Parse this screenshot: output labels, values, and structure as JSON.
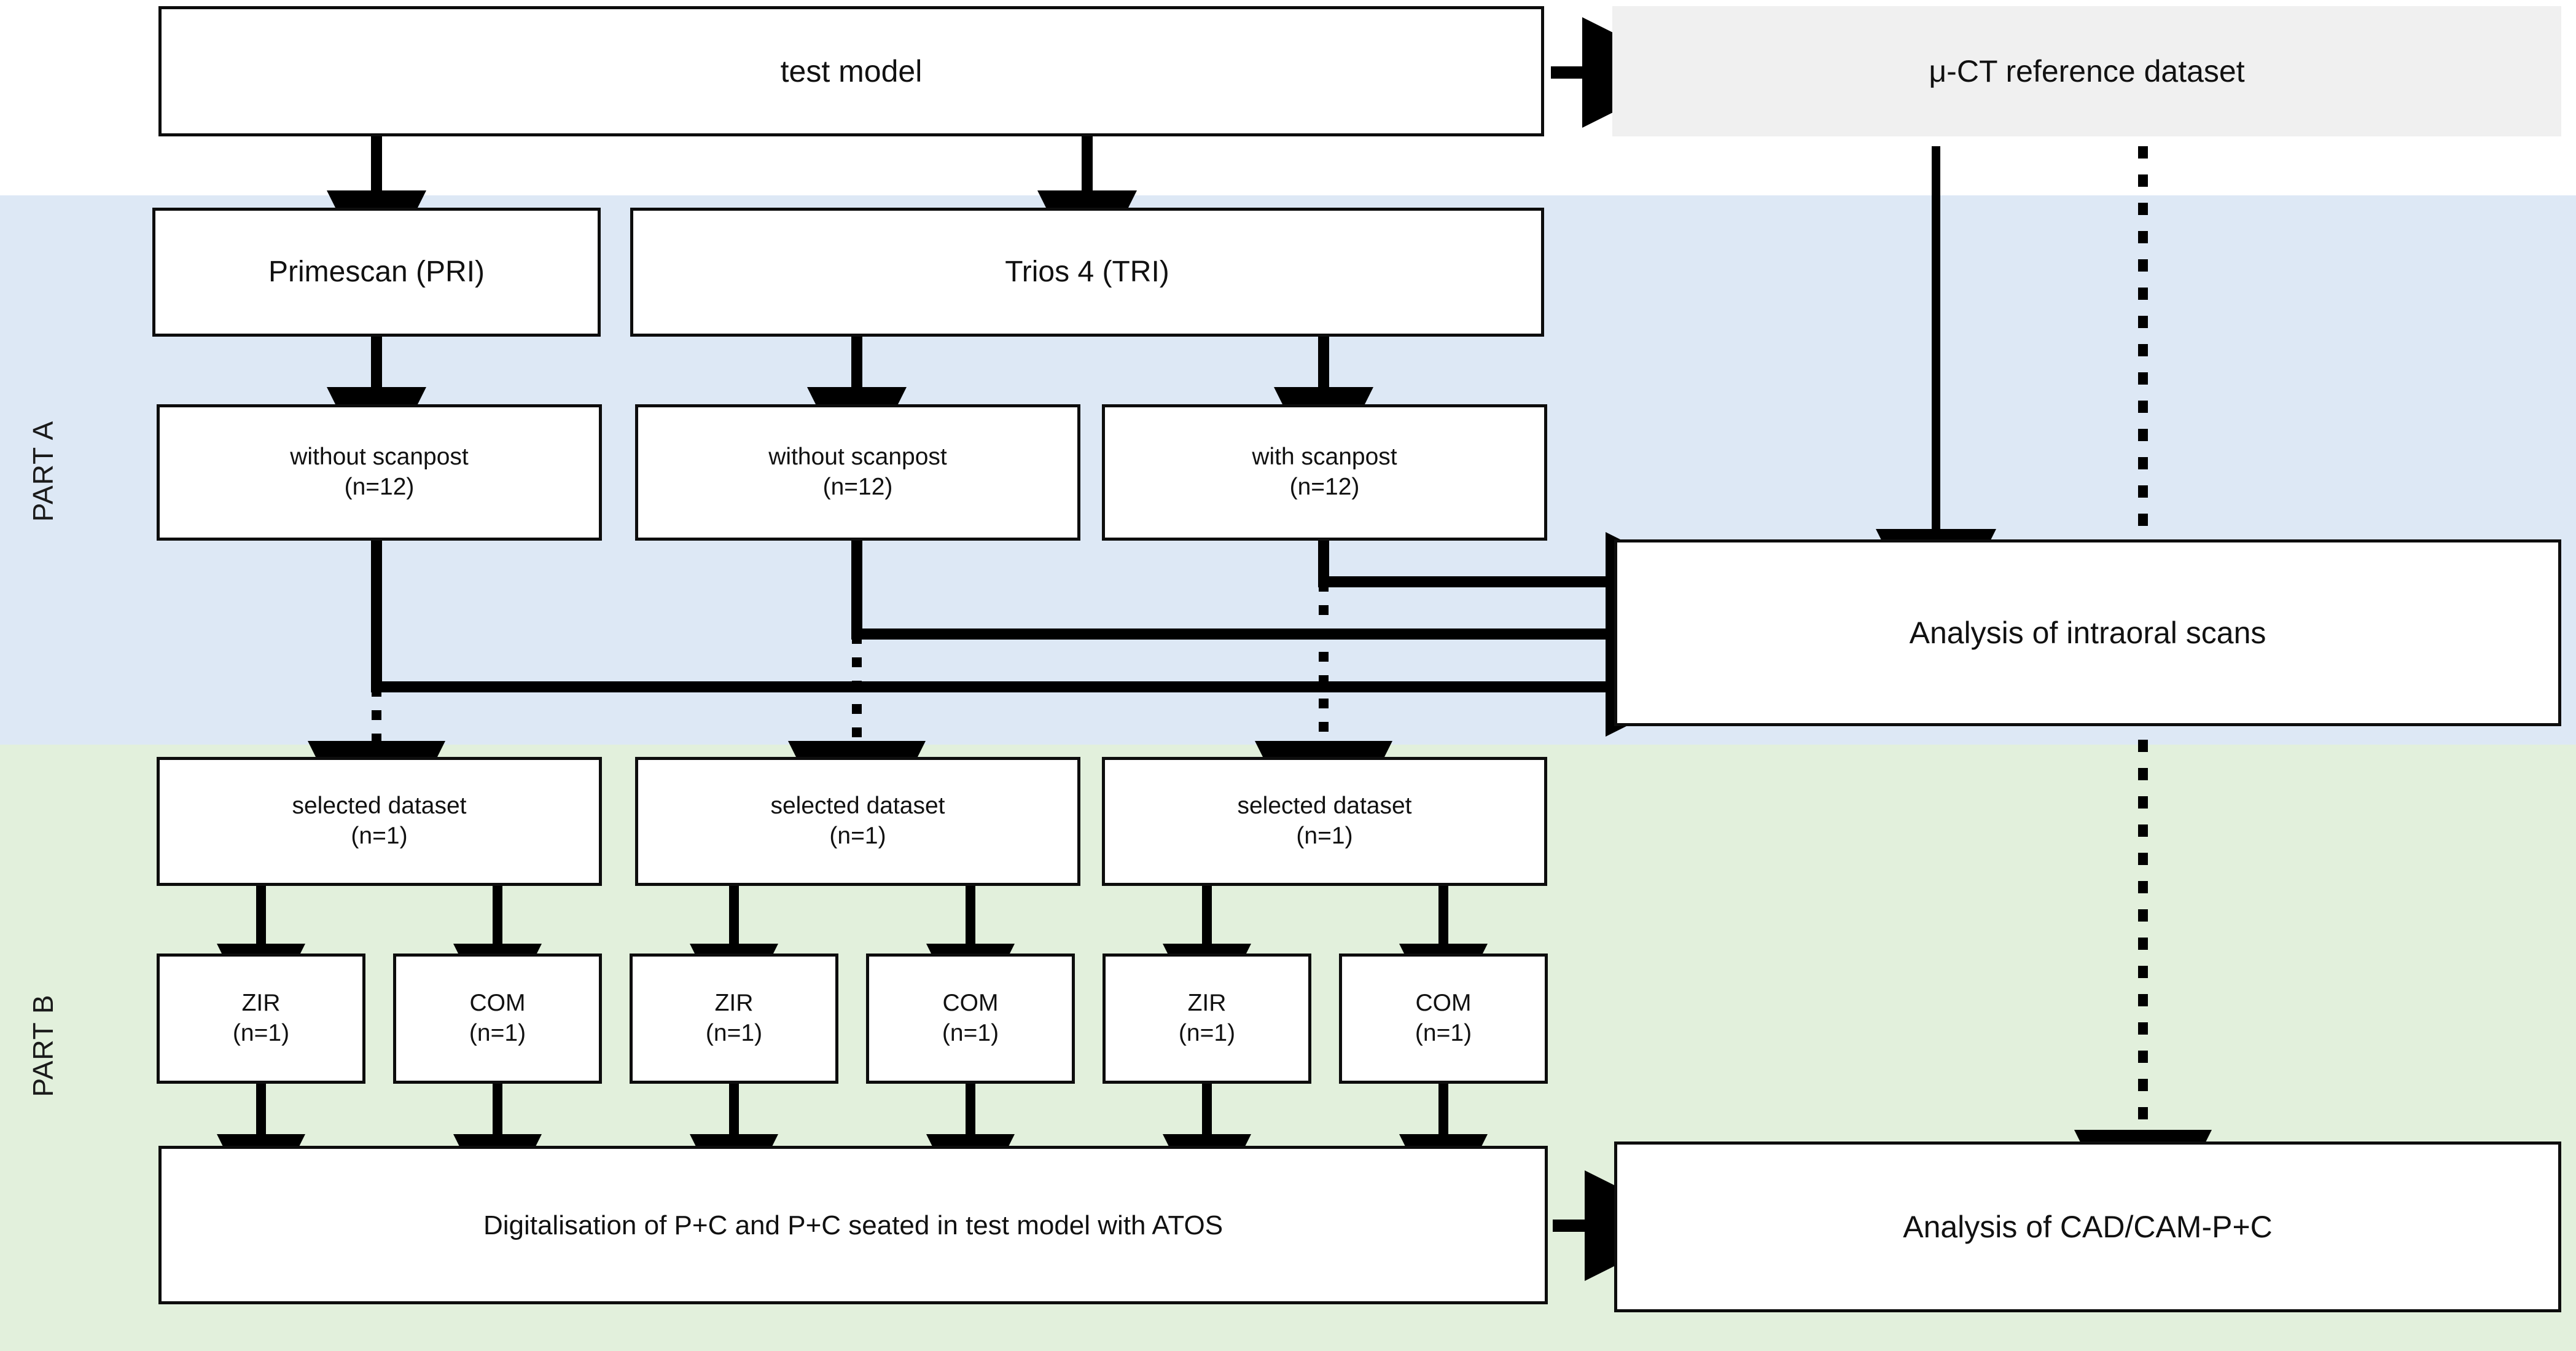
{
  "colors": {
    "part_a_band": "#dde8f5",
    "part_b_band": "#e2f0dc",
    "box_border": "#0d0d0d",
    "box_fill": "#ffffff",
    "reference_box_fill": "#f0f0f0",
    "connector": "#000000"
  },
  "labels": {
    "part_a": "PART A",
    "part_b": "PART B"
  },
  "nodes": {
    "test_model": "test model",
    "reference_dataset": "μ-CT reference dataset",
    "scanner_primescan": "Primescan (PRI)",
    "scanner_trios": "Trios 4 (TRI)",
    "pri_without_scanpost_l1": "without scanpost",
    "pri_without_scanpost_l2": "(n=12)",
    "tri_without_scanpost_l1": "without scanpost",
    "tri_without_scanpost_l2": "(n=12)",
    "tri_with_scanpost_l1": "with scanpost",
    "tri_with_scanpost_l2": "(n=12)",
    "analysis_intraoral": "Analysis of intraoral scans",
    "selected_dataset_1_l1": "selected dataset",
    "selected_dataset_1_l2": "(n=1)",
    "selected_dataset_2_l1": "selected dataset",
    "selected_dataset_2_l2": "(n=1)",
    "selected_dataset_3_l1": "selected dataset",
    "selected_dataset_3_l2": "(n=1)",
    "zir_1_l1": "ZIR",
    "zir_1_l2": "(n=1)",
    "com_1_l1": "COM",
    "com_1_l2": "(n=1)",
    "zir_2_l1": "ZIR",
    "zir_2_l2": "(n=1)",
    "com_2_l1": "COM",
    "com_2_l2": "(n=1)",
    "zir_3_l1": "ZIR",
    "zir_3_l2": "(n=1)",
    "com_3_l1": "COM",
    "com_3_l2": "(n=1)",
    "digitalisation": "Digitalisation of P+C and P+C seated in test model with ATOS",
    "analysis_cadcam": "Analysis of CAD/CAM-P+C"
  },
  "chart_data": {
    "type": "diagram",
    "title": "Study design flowchart",
    "sections": [
      {
        "name": "PART A",
        "band_color": "#dde8f5"
      },
      {
        "name": "PART B",
        "band_color": "#e2f0dc"
      }
    ],
    "nodes": [
      {
        "id": "test_model",
        "label": "test model",
        "row": 0
      },
      {
        "id": "reference_dataset",
        "label": "μ-CT reference dataset",
        "row": 0,
        "style": "shaded"
      },
      {
        "id": "primescan",
        "label": "Primescan (PRI)",
        "row": 1,
        "section": "PART A"
      },
      {
        "id": "trios",
        "label": "Trios 4 (TRI)",
        "row": 1,
        "section": "PART A"
      },
      {
        "id": "pri_without",
        "label": "without scanpost (n=12)",
        "row": 2,
        "section": "PART A",
        "n": 12
      },
      {
        "id": "tri_without",
        "label": "without scanpost (n=12)",
        "row": 2,
        "section": "PART A",
        "n": 12
      },
      {
        "id": "tri_with",
        "label": "with scanpost (n=12)",
        "row": 2,
        "section": "PART A",
        "n": 12
      },
      {
        "id": "analysis_intraoral",
        "label": "Analysis of intraoral scans",
        "row": 3,
        "section": "PART A"
      },
      {
        "id": "sel1",
        "label": "selected dataset (n=1)",
        "row": 4,
        "section": "PART B",
        "n": 1
      },
      {
        "id": "sel2",
        "label": "selected dataset (n=1)",
        "row": 4,
        "section": "PART B",
        "n": 1
      },
      {
        "id": "sel3",
        "label": "selected dataset (n=1)",
        "row": 4,
        "section": "PART B",
        "n": 1
      },
      {
        "id": "zir1",
        "label": "ZIR (n=1)",
        "row": 5,
        "section": "PART B",
        "n": 1
      },
      {
        "id": "com1",
        "label": "COM (n=1)",
        "row": 5,
        "section": "PART B",
        "n": 1
      },
      {
        "id": "zir2",
        "label": "ZIR (n=1)",
        "row": 5,
        "section": "PART B",
        "n": 1
      },
      {
        "id": "com2",
        "label": "COM (n=1)",
        "row": 5,
        "section": "PART B",
        "n": 1
      },
      {
        "id": "zir3",
        "label": "ZIR (n=1)",
        "row": 5,
        "section": "PART B",
        "n": 1
      },
      {
        "id": "com3",
        "label": "COM (n=1)",
        "row": 5,
        "section": "PART B",
        "n": 1
      },
      {
        "id": "digitalisation",
        "label": "Digitalisation of P+C and P+C seated in test model with ATOS",
        "row": 6,
        "section": "PART B"
      },
      {
        "id": "analysis_cadcam",
        "label": "Analysis of CAD/CAM-P+C",
        "row": 6,
        "section": "PART B"
      }
    ],
    "edges": [
      {
        "from": "test_model",
        "to": "reference_dataset",
        "style": "solid"
      },
      {
        "from": "test_model",
        "to": "primescan",
        "style": "solid"
      },
      {
        "from": "test_model",
        "to": "trios",
        "style": "solid"
      },
      {
        "from": "primescan",
        "to": "pri_without",
        "style": "solid"
      },
      {
        "from": "trios",
        "to": "tri_without",
        "style": "solid"
      },
      {
        "from": "trios",
        "to": "tri_with",
        "style": "solid"
      },
      {
        "from": "pri_without",
        "to": "analysis_intraoral",
        "style": "solid"
      },
      {
        "from": "tri_without",
        "to": "analysis_intraoral",
        "style": "solid"
      },
      {
        "from": "tri_with",
        "to": "analysis_intraoral",
        "style": "solid"
      },
      {
        "from": "reference_dataset",
        "to": "analysis_intraoral",
        "style": "solid"
      },
      {
        "from": "reference_dataset",
        "to": "analysis_cadcam",
        "style": "dotted"
      },
      {
        "from": "pri_without",
        "to": "sel1",
        "style": "dotted"
      },
      {
        "from": "tri_without",
        "to": "sel2",
        "style": "dotted"
      },
      {
        "from": "tri_with",
        "to": "sel3",
        "style": "dotted"
      },
      {
        "from": "sel1",
        "to": "zir1",
        "style": "solid"
      },
      {
        "from": "sel1",
        "to": "com1",
        "style": "solid"
      },
      {
        "from": "sel2",
        "to": "zir2",
        "style": "solid"
      },
      {
        "from": "sel2",
        "to": "com2",
        "style": "solid"
      },
      {
        "from": "sel3",
        "to": "zir3",
        "style": "solid"
      },
      {
        "from": "sel3",
        "to": "com3",
        "style": "solid"
      },
      {
        "from": "zir1",
        "to": "digitalisation",
        "style": "solid"
      },
      {
        "from": "com1",
        "to": "digitalisation",
        "style": "solid"
      },
      {
        "from": "zir2",
        "to": "digitalisation",
        "style": "solid"
      },
      {
        "from": "com2",
        "to": "digitalisation",
        "style": "solid"
      },
      {
        "from": "zir3",
        "to": "digitalisation",
        "style": "solid"
      },
      {
        "from": "com3",
        "to": "digitalisation",
        "style": "solid"
      },
      {
        "from": "digitalisation",
        "to": "analysis_cadcam",
        "style": "solid"
      }
    ]
  }
}
